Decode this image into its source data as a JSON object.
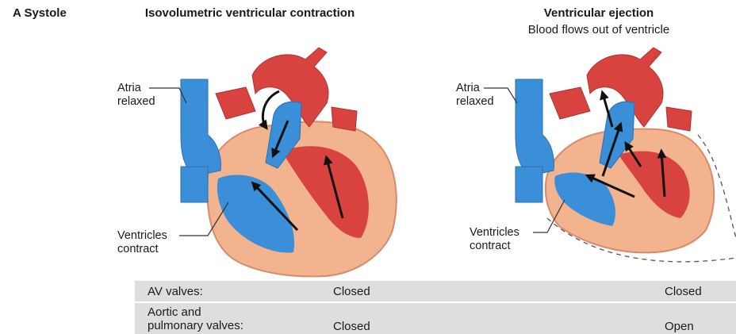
{
  "section": {
    "label": "A  Systole"
  },
  "left_panel": {
    "title": "Isovolumetric ventricular contraction",
    "atria_label_line1": "Atria",
    "atria_label_line2": "relaxed",
    "ventricles_label_line1": "Ventricles",
    "ventricles_label_line2": "contract"
  },
  "right_panel": {
    "title": "Ventricular ejection",
    "subtitle": "Blood flows out of ventricle",
    "atria_label_line1": "Atria",
    "atria_label_line2": "relaxed",
    "ventricles_label_line1": "Ventricles",
    "ventricles_label_line2": "contract"
  },
  "valve_table": {
    "rows": [
      {
        "label_line1": "AV valves:",
        "label_line2": "",
        "left_value": "Closed",
        "right_value": "Closed"
      },
      {
        "label_line1": "Aortic and",
        "label_line2": "pulmonary valves:",
        "left_value": "Closed",
        "right_value": "Open"
      }
    ]
  },
  "colors": {
    "oxygenated": "#d9433f",
    "deoxygenated": "#3a8fd8",
    "myocardium": "#f2b38f",
    "table_bg": "#dedede"
  }
}
